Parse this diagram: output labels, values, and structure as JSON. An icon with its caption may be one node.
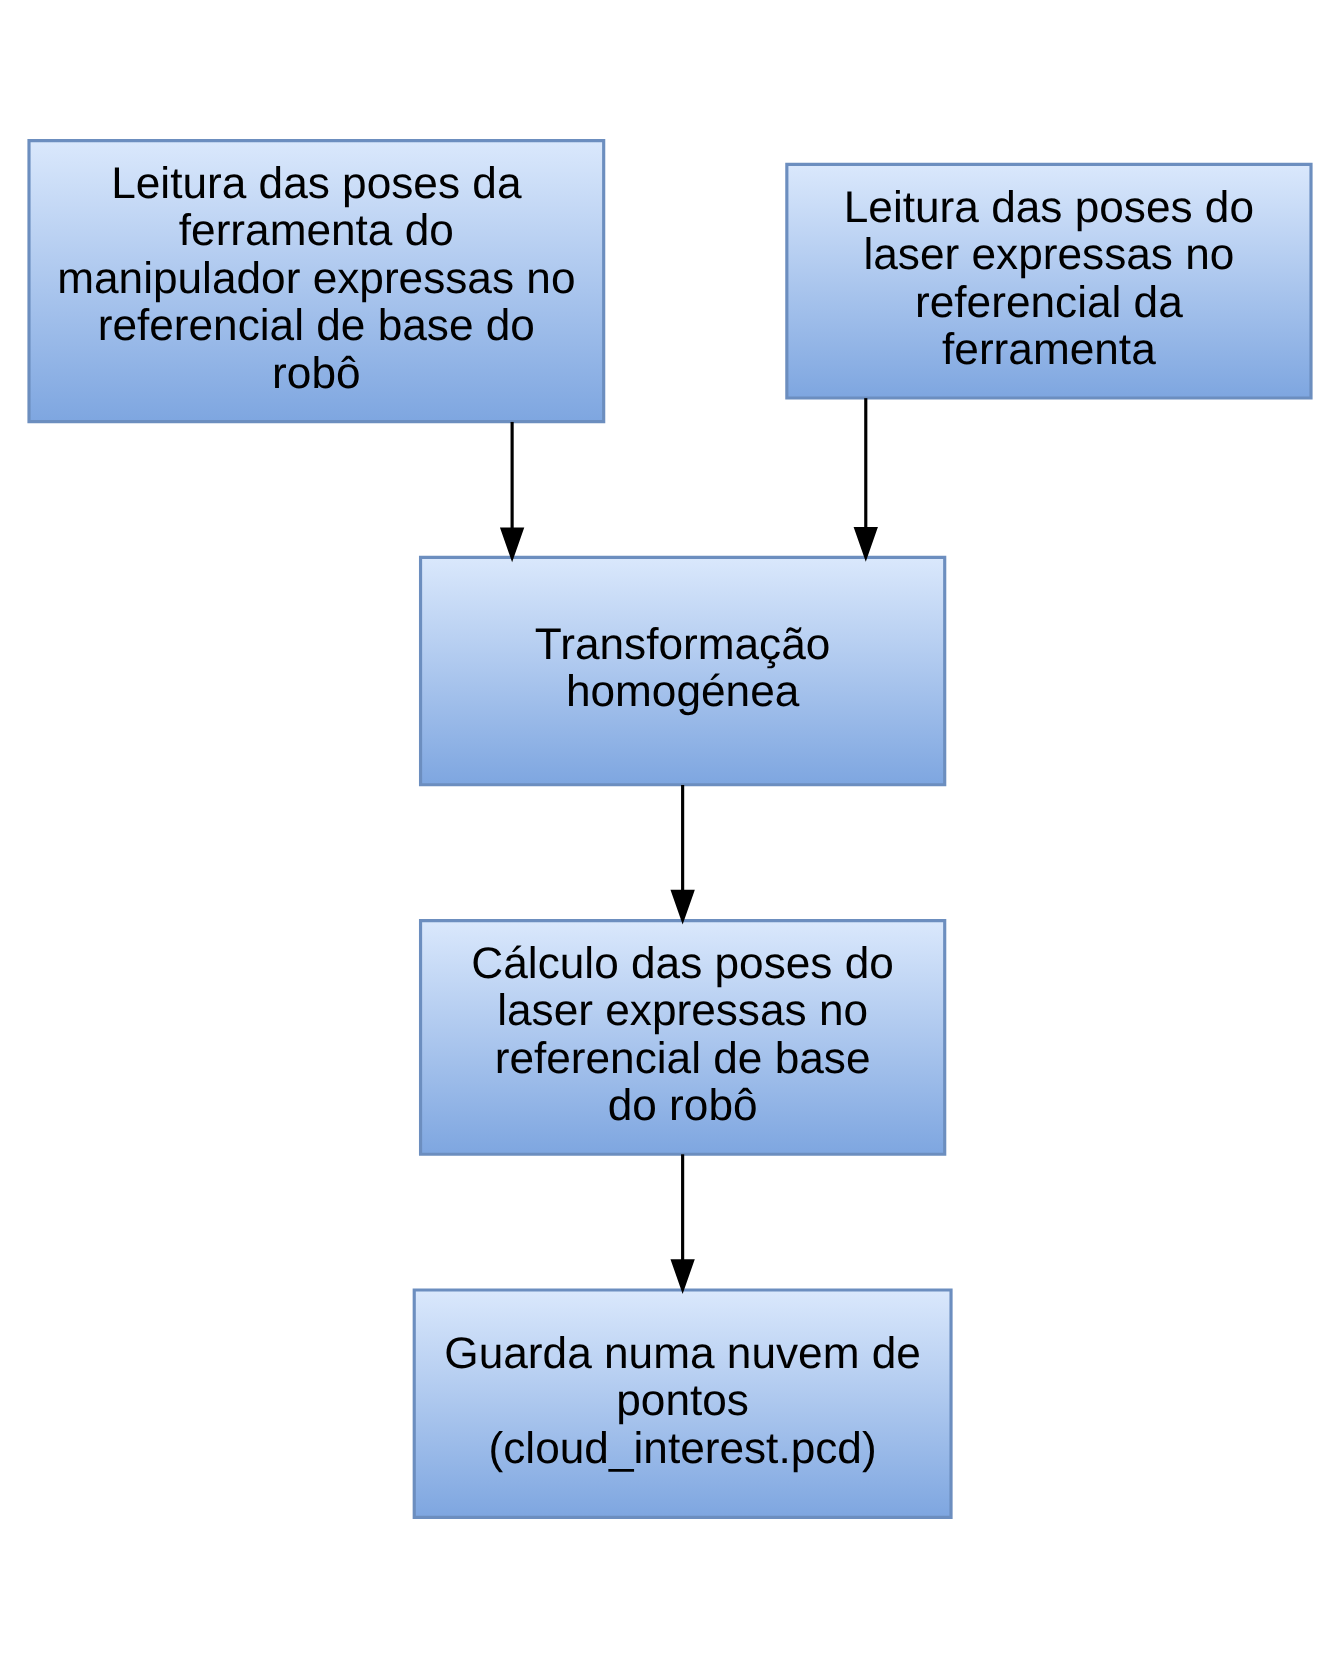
{
  "diagram": {
    "nodes": [
      {
        "text": [
          "Leitura das poses da ferramenta do manipulador expressas no referencial de base do robô"
        ]
      },
      {
        "text": [
          "Leitura das poses do laser expressas no referencial da ferramenta"
        ]
      },
      {
        "text": [
          "Transformação homogénea"
        ]
      },
      {
        "text": [
          "Cálculo das poses do laser expressas no referencial de base do robô"
        ]
      },
      {
        "text": [
          "Guarda numa nuvem de pontos (cloud_interest.pcd)"
        ]
      }
    ],
    "edges": [
      {
        "from": 0,
        "to": 2,
        "arrow": "to"
      },
      {
        "from": 1,
        "to": 2,
        "arrow": "to"
      },
      {
        "from": 2,
        "to": 3,
        "arrow": "to"
      },
      {
        "from": 3,
        "to": 4,
        "arrow": "to"
      }
    ]
  }
}
